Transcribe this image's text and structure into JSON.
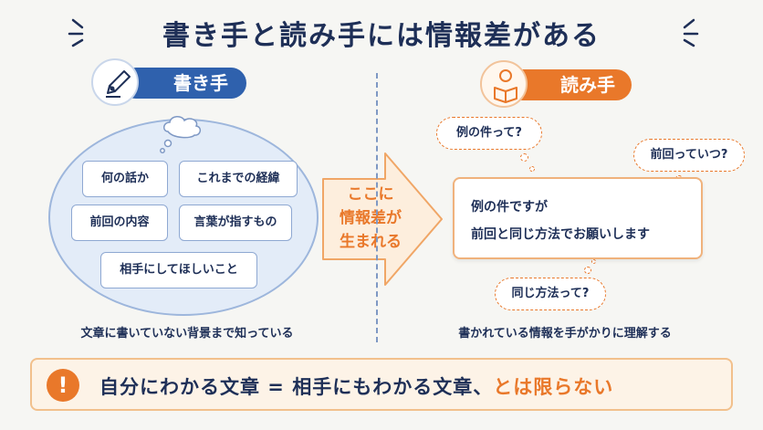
{
  "title": "書き手と読み手には情報差がある",
  "writer": {
    "label": "書き手",
    "icon": "fountain-pen-icon",
    "items": [
      "何の話か",
      "これまでの経緯",
      "前回の内容",
      "言葉が指すもの",
      "相手にしてほしいこと"
    ],
    "caption": "文章に書いていない背景まで知っている"
  },
  "arrow_text": [
    "ここに",
    "情報差が",
    "生まれる"
  ],
  "reader": {
    "label": "読み手",
    "icon": "person-reading-icon",
    "message_lines": [
      "例の件ですが",
      "前回と同じ方法でお願いします"
    ],
    "questions": [
      "例の件って?",
      "前回っていつ?",
      "同じ方法って?"
    ],
    "caption": "書かれている情報を手がかりに理解する"
  },
  "banner": {
    "icon": "exclamation-icon",
    "text_main": "自分にわかる文章 = 相手にもわかる文章、",
    "text_accent": "とは限らない"
  },
  "colors": {
    "navy": "#1e2f57",
    "blue": "#2f61ad",
    "orange": "#e9782a",
    "light_blue": "#e3ecf8",
    "cream": "#fdf3e7"
  }
}
